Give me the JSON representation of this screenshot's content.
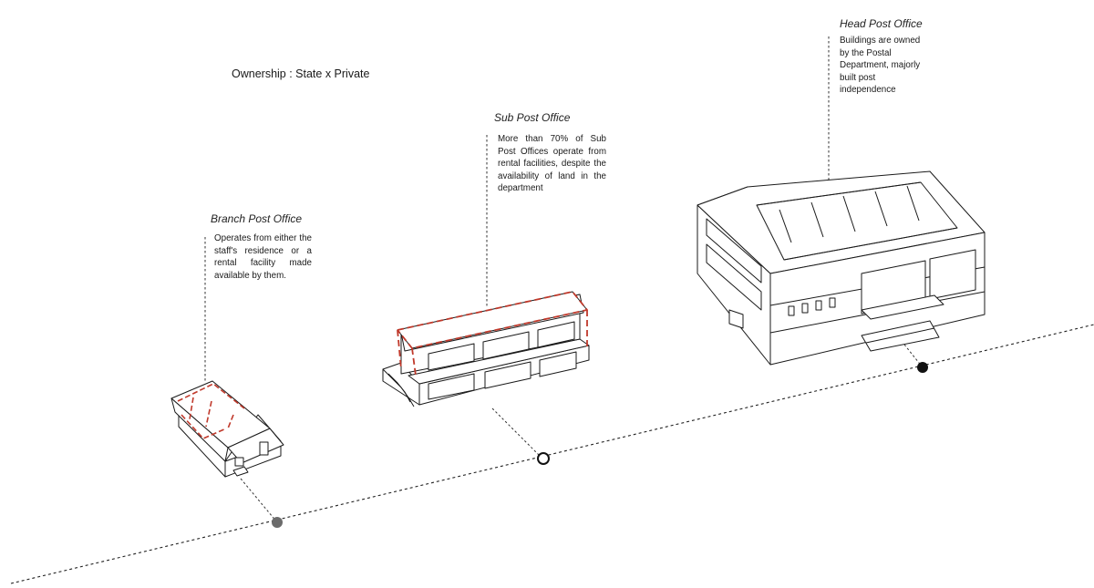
{
  "ownership_label": "Ownership : State x Private",
  "offices": {
    "branch": {
      "title": "Branch Post Office",
      "description": "Operates from either the staff's residence or a rental facility made available by them."
    },
    "sub": {
      "title": "Sub Post Office",
      "description": "More than 70% of Sub Post Offices operate from rental facilities, despite the availability of land in the department"
    },
    "head": {
      "title": "Head Post Office",
      "description": "Buildings are owned by the Postal Department, majorly built post independence"
    }
  },
  "colors": {
    "line": "#1a1a1a",
    "highlight": "#c0392b",
    "marker_branch": "#6b6b6b",
    "marker_head": "#111111"
  }
}
